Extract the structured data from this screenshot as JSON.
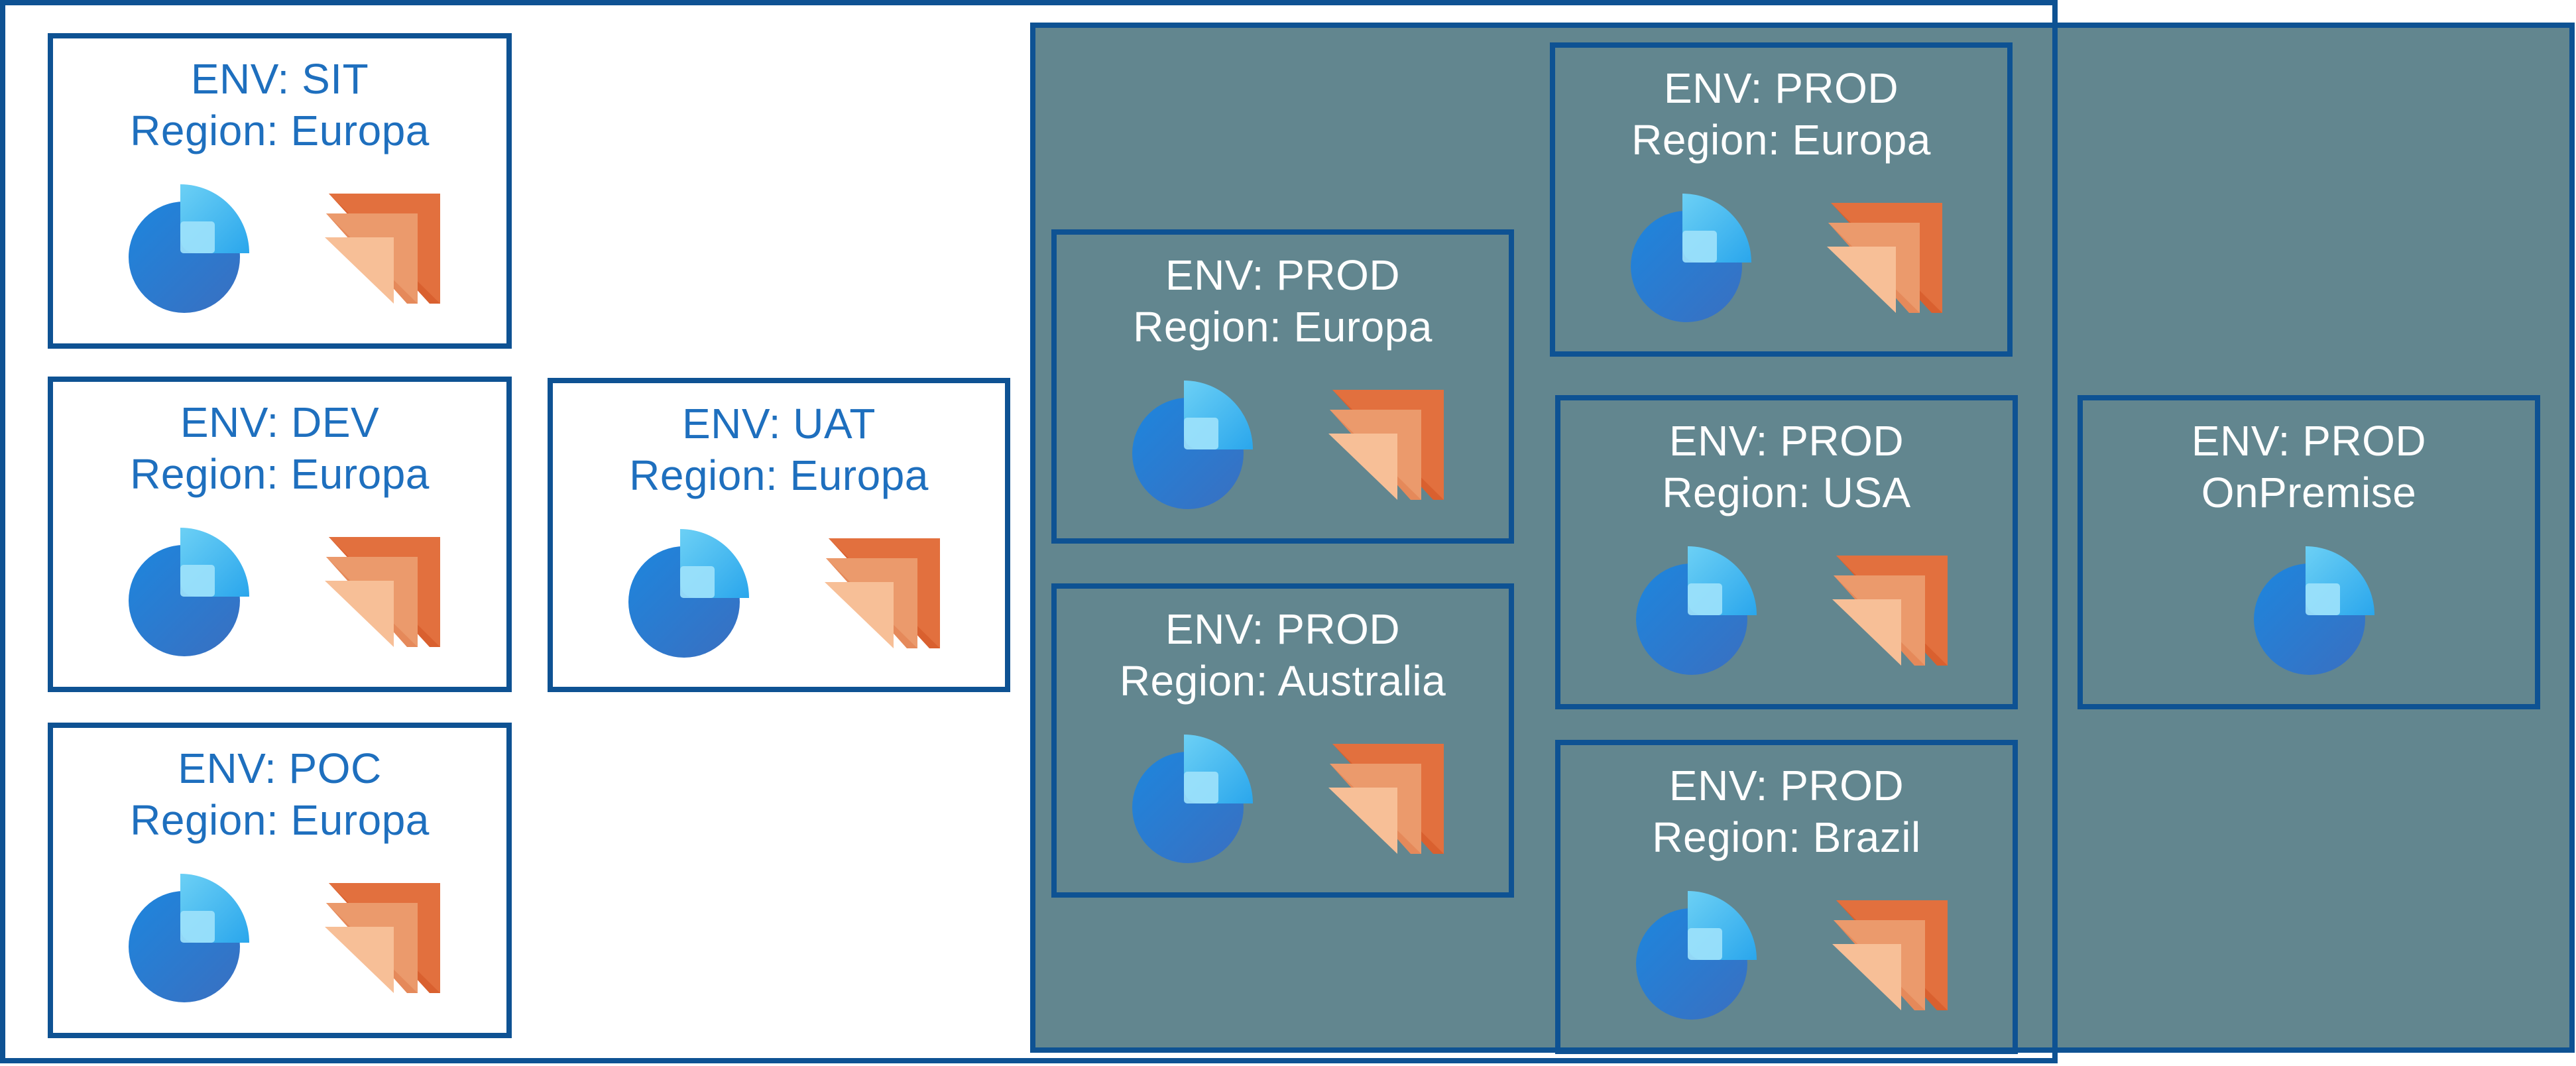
{
  "boxes": {
    "sit": {
      "env": "ENV: SIT",
      "region": "Region: Europa"
    },
    "dev": {
      "env": "ENV: DEV",
      "region": "Region: Europa"
    },
    "poc": {
      "env": "ENV: POC",
      "region": "Region: Europa"
    },
    "uat": {
      "env": "ENV: UAT",
      "region": "Region: Europa"
    },
    "prod_europa_a": {
      "env": "ENV: PROD",
      "region": "Region: Europa"
    },
    "prod_australia": {
      "env": "ENV: PROD",
      "region": "Region: Australia"
    },
    "prod_europa_b": {
      "env": "ENV: PROD",
      "region": "Region: Europa"
    },
    "prod_usa": {
      "env": "ENV: PROD",
      "region": "Region: USA"
    },
    "prod_brazil": {
      "env": "ENV: PROD",
      "region": "Region: Brazil"
    },
    "prod_onpremise": {
      "env": "ENV: PROD",
      "region": "OnPremise"
    }
  },
  "icons": {
    "primary": "pie-chart-service-icon",
    "secondary": "layered-stack-service-icon"
  },
  "colors": {
    "border": "#0e5293",
    "prod_fill": "#62868f",
    "nonprod_text": "#1e6fbe",
    "prod_text": "#ffffff",
    "pie_blue": "#1a7dd7",
    "stack_orange": "#e26a3a"
  }
}
